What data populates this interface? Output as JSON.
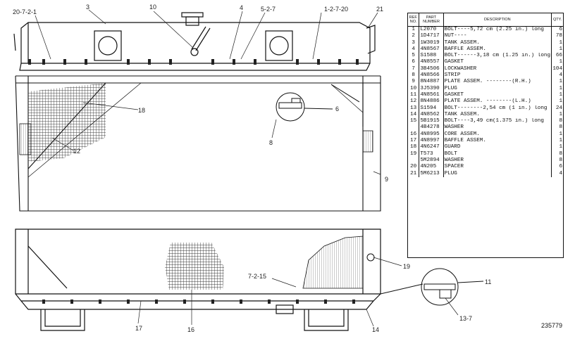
{
  "callouts": {
    "c1": "20-7-2-1",
    "c2": "3",
    "c3": "10",
    "c4": "4",
    "c5": "5-2-7",
    "c6": "1-2-7-20",
    "c7": "21",
    "c8": "18",
    "c9": "6",
    "c10": "8",
    "c11": "12",
    "c12": "9",
    "c13": "19",
    "c14": "7-2-15",
    "c15": "11",
    "c16": "13-7",
    "c17": "17",
    "c18": "16",
    "c19": "14"
  },
  "parts_table": {
    "headers": {
      "ref": "REF. NO.",
      "part": "PART NUMBER",
      "desc": "DESCRIPTION",
      "qty": "QTY."
    },
    "rows": [
      {
        "ref": "1",
        "part": "L2070",
        "desc": "BOLT----5,72 cm (2.25 in.) long",
        "qty": "6"
      },
      {
        "ref": "2",
        "part": "1D4717",
        "desc": "NUT----",
        "qty": "78"
      },
      {
        "ref": "3",
        "part": "1W3019",
        "desc": "TANK ASSEM.",
        "qty": "1"
      },
      {
        "ref": "4",
        "part": "4N8567",
        "desc": "BAFFLE ASSEM.",
        "qty": "1"
      },
      {
        "ref": "5",
        "part": "S1588",
        "desc": "BOLT------3,18 cm (1.25 in.) long",
        "qty": "66"
      },
      {
        "ref": "6",
        "part": "4N8557",
        "desc": "GASKET",
        "qty": "1"
      },
      {
        "ref": "7",
        "part": "3B4506",
        "desc": "LOCKWASHER",
        "qty": "104"
      },
      {
        "ref": "8",
        "part": "4N8566",
        "desc": "STRIP",
        "qty": "4"
      },
      {
        "ref": "9",
        "part": "8N4887",
        "desc": "PLATE ASSEM. --------(R.H.)",
        "qty": "1"
      },
      {
        "ref": "10",
        "part": "3J5390",
        "desc": "PLUG",
        "qty": "1"
      },
      {
        "ref": "11",
        "part": "4N8561",
        "desc": "GASKET",
        "qty": "1"
      },
      {
        "ref": "12",
        "part": "8N4886",
        "desc": "PLATE ASSEM. --------(L.H.)",
        "qty": "1"
      },
      {
        "ref": "13",
        "part": "S1594",
        "desc": "BOLT--------2,54 cm (1 in.) long",
        "qty": "24"
      },
      {
        "ref": "14",
        "part": "4N8562",
        "desc": "TANK ASSEM.",
        "qty": "1"
      },
      {
        "ref": "15",
        "part": "5B1915",
        "desc": "BOLT----3,49 cm(1.375 in.) long",
        "qty": "8"
      },
      {
        "ref": "",
        "part": "4B4278",
        "desc": "WASHER",
        "qty": "8"
      },
      {
        "ref": "16",
        "part": "4N8995",
        "desc": "CORE ASSEM.",
        "qty": "1"
      },
      {
        "ref": "17",
        "part": "4N8997",
        "desc": "BAFFLE ASSEM.",
        "qty": "1"
      },
      {
        "ref": "18",
        "part": "4N6247",
        "desc": "GUARD",
        "qty": "1"
      },
      {
        "ref": "19",
        "part": "T573",
        "desc": "BOLT",
        "qty": "8"
      },
      {
        "ref": "",
        "part": "5M2894",
        "desc": "WASHER",
        "qty": "8"
      },
      {
        "ref": "20",
        "part": "4N205",
        "desc": "SPACER",
        "qty": "6"
      },
      {
        "ref": "21",
        "part": "5M6213",
        "desc": "PLUG",
        "qty": "4"
      }
    ]
  },
  "drawing_number": "235779"
}
